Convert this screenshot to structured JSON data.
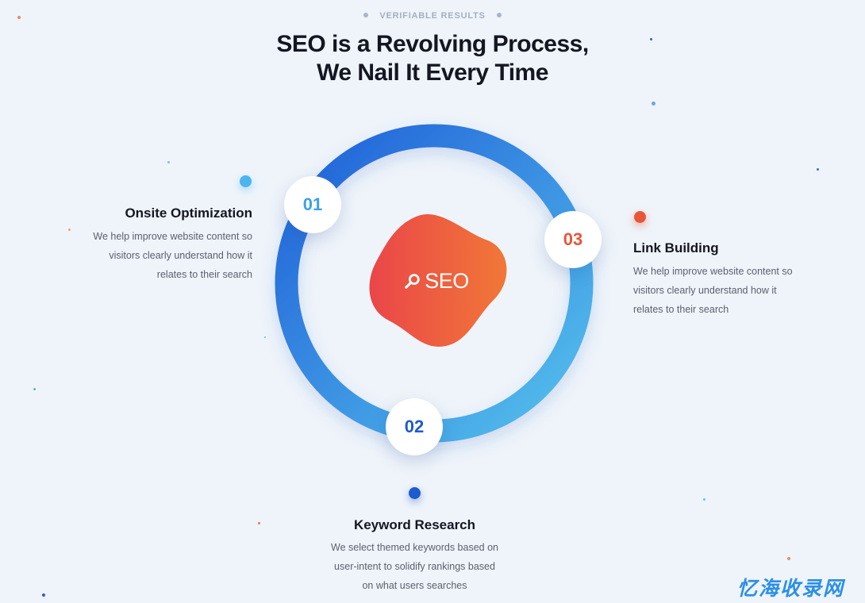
{
  "eyebrow": "VERIFIABLE RESULTS",
  "title": {
    "line1": "SEO is a Revolving Process,",
    "line2": "We Nail It Every Time"
  },
  "center_label": "SEO",
  "steps": [
    {
      "number": "01",
      "heading": "Onsite Optimization",
      "desc": [
        "We help improve website content so",
        "visitors clearly understand how it",
        "relates to their search"
      ],
      "color": "#3ba2e4"
    },
    {
      "number": "02",
      "heading": "Keyword Research",
      "desc": [
        "We select themed keywords based on",
        "user-intent to solidify rankings based",
        "on what users searches"
      ],
      "color": "#1e5bc9"
    },
    {
      "number": "03",
      "heading": "Link Building",
      "desc": [
        "We help improve website content so",
        "visitors clearly understand how it",
        "relates to their search"
      ],
      "color": "#e8553a"
    }
  ],
  "colors": {
    "ring_start": "#1f62d8",
    "ring_end": "#52bdec",
    "blob_start": "#ea4b49",
    "blob_end": "#f07438",
    "background": "#eff4fa"
  },
  "watermark": "忆海收录网"
}
